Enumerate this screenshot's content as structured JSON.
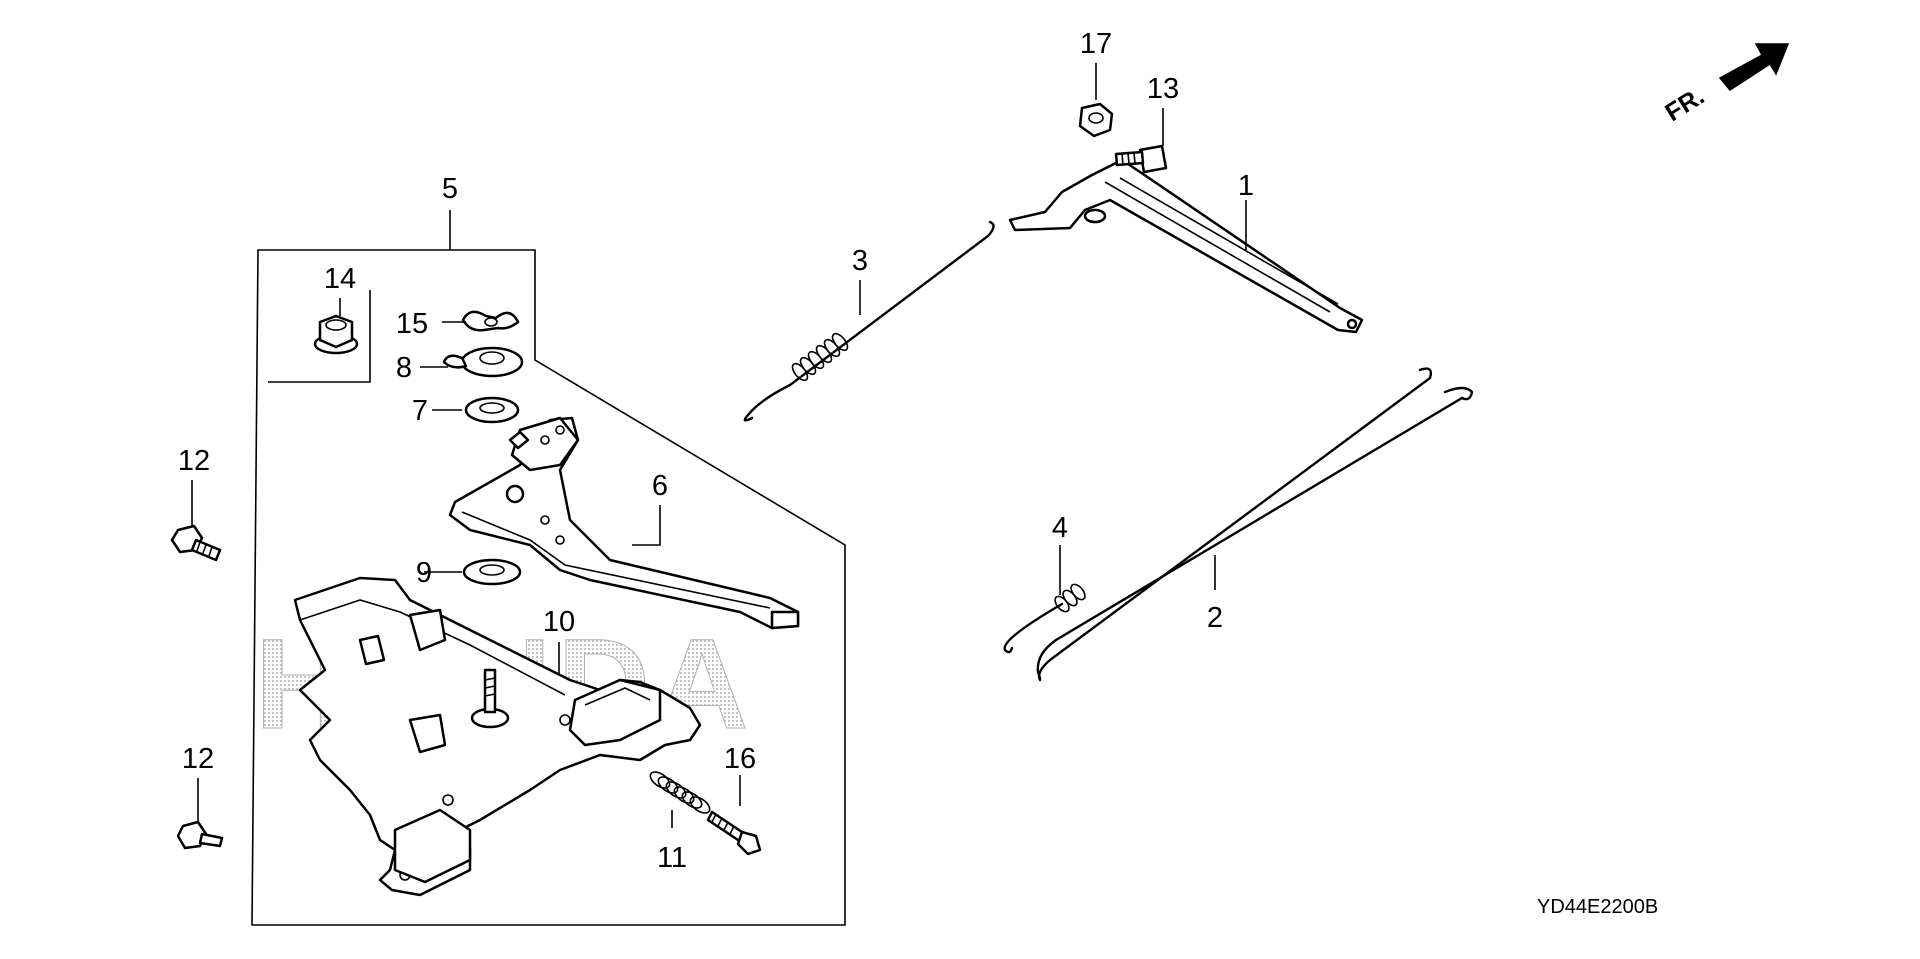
{
  "diagram": {
    "callouts": [
      "1",
      "2",
      "3",
      "4",
      "5",
      "6",
      "7",
      "8",
      "9",
      "10",
      "11",
      "12",
      "12",
      "13",
      "14",
      "15",
      "16",
      "17"
    ],
    "watermark": "HONDA",
    "direction_label": "FR.",
    "drawing_code": "YD44E2200B"
  }
}
